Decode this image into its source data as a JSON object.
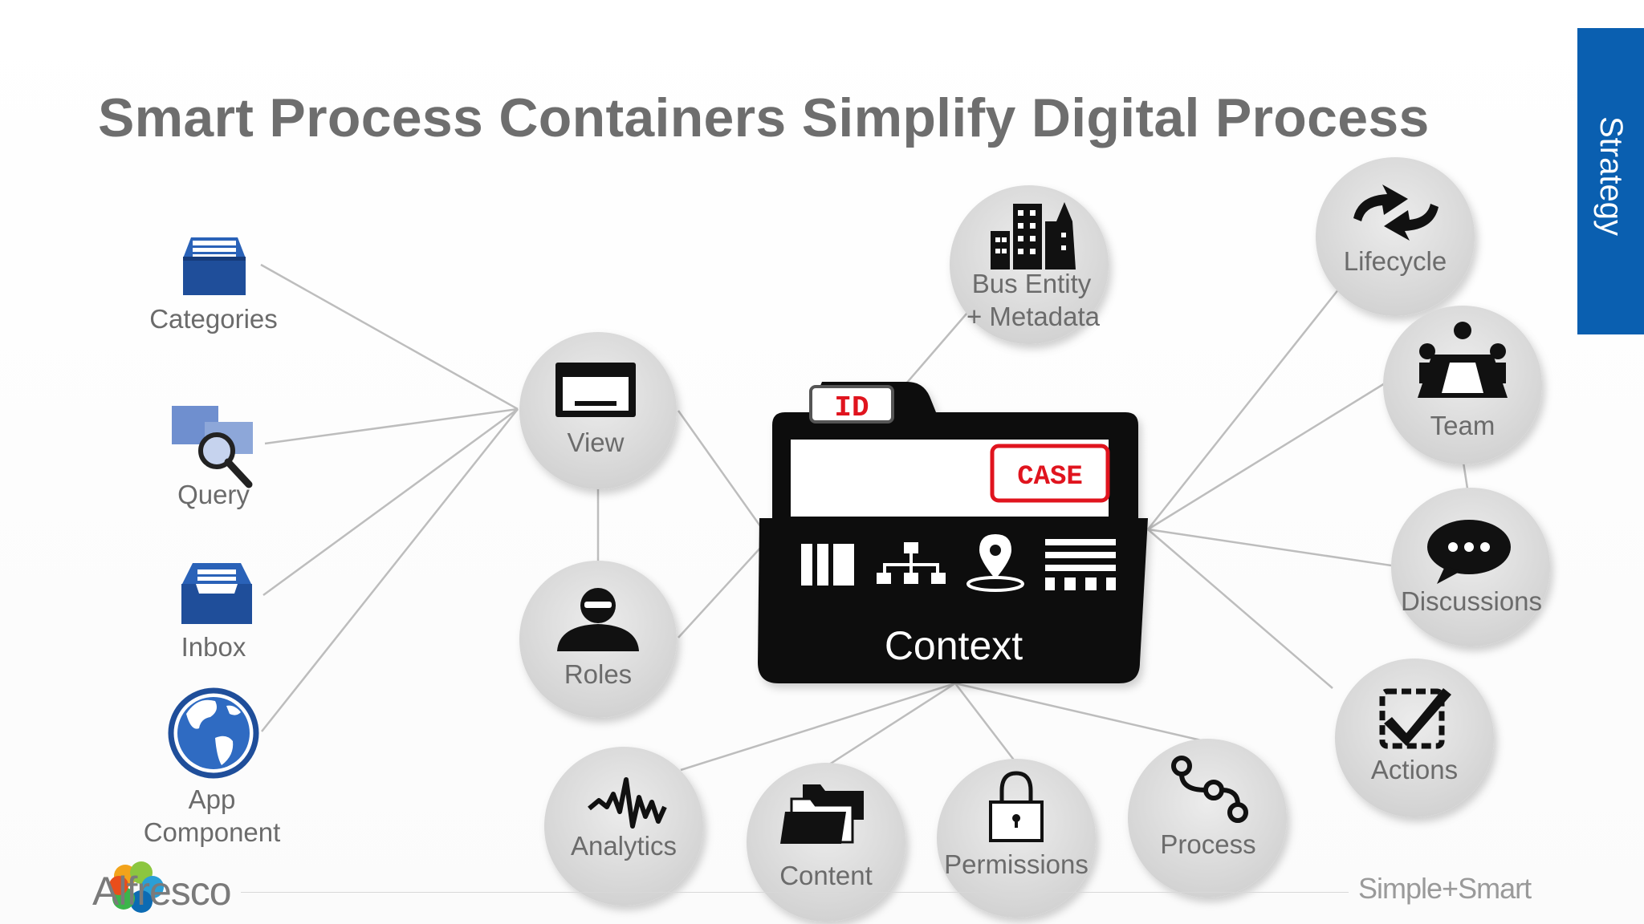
{
  "title": "Smart Process Containers Simplify Digital Process",
  "side_tab": "Strategy",
  "folder": {
    "id_tag": "ID",
    "case_tag": "CASE",
    "context_label": "Context"
  },
  "left_items": [
    {
      "label": "Categories",
      "icon": "file-cabinet-icon"
    },
    {
      "label": "Query",
      "icon": "search-icon"
    },
    {
      "label": "Inbox",
      "icon": "inbox-icon"
    },
    {
      "label": "App",
      "label2": "Component",
      "icon": "globe-icon"
    }
  ],
  "nodes": {
    "view": "View",
    "roles": "Roles",
    "bus_entity_1": "Bus Entity",
    "bus_entity_2": "+ Metadata",
    "lifecycle": "Lifecycle",
    "team": "Team",
    "discussions": "Discussions",
    "actions": "Actions",
    "analytics": "Analytics",
    "content": "Content",
    "permissions": "Permissions",
    "process": "Process"
  },
  "footer": {
    "logo": "Alfresco",
    "tagline": "Simple+Smart"
  },
  "colors": {
    "title": "#6e6e6e",
    "tab": "#0a5fb0",
    "node_fill": "#dedede",
    "line": "#b8b8b8",
    "icon_blue": "#1f4e9a",
    "tag_red": "#e0141e"
  }
}
